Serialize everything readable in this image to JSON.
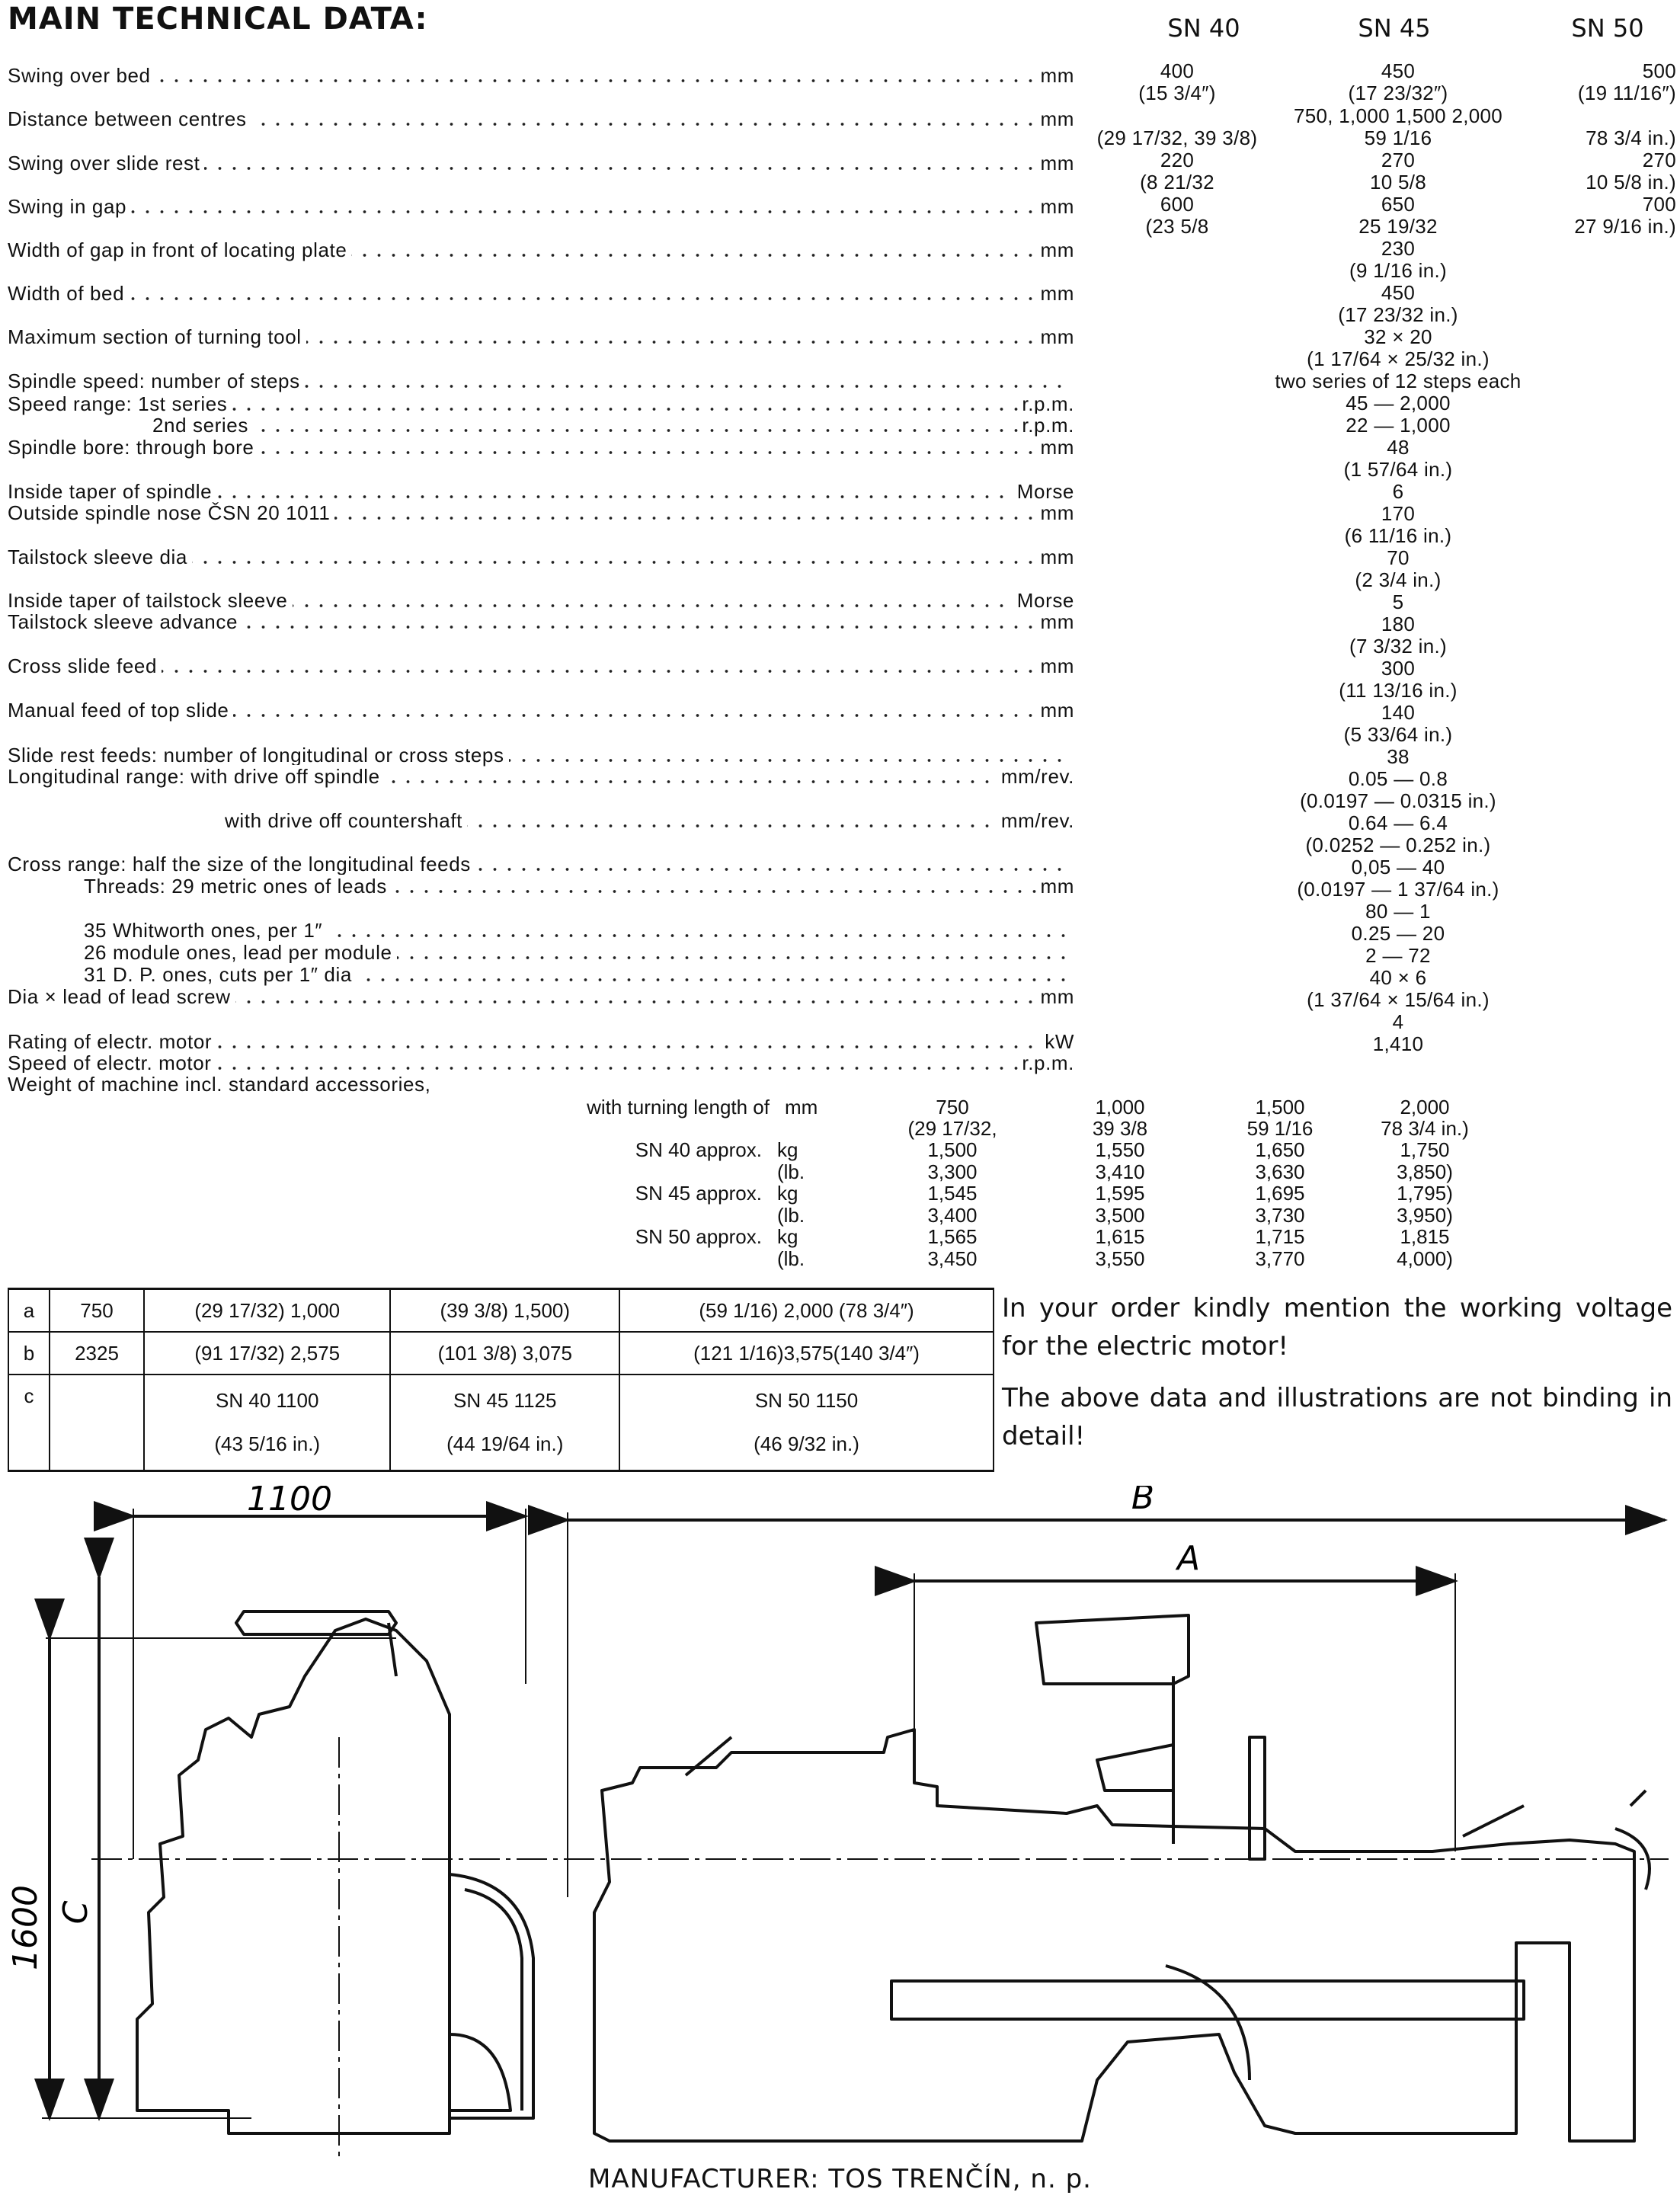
{
  "title": "MAIN TECHNICAL DATA:",
  "models": [
    "SN 40",
    "SN 45",
    "SN 50"
  ],
  "specs": [
    {
      "label": "Swing over bed",
      "unit": "mm"
    },
    {
      "label": "Distance between centres",
      "unit": "mm"
    },
    {
      "label": "Swing over slide rest",
      "unit": "mm"
    },
    {
      "label": "Swing in gap",
      "unit": "mm"
    },
    {
      "label": "Width of gap in front of locating plate",
      "unit": "mm"
    },
    {
      "label": "Width of bed",
      "unit": "mm"
    },
    {
      "label": "Maximum section of turning tool",
      "unit": "mm"
    },
    {
      "label": "Spindle speed: number of steps",
      "unit": ""
    },
    {
      "label": "Speed range: 1st series",
      "unit": "r.p.m."
    },
    {
      "label": "2nd series",
      "unit": "r.p.m."
    },
    {
      "label": "Spindle bore: through bore",
      "unit": "mm"
    },
    {
      "label": "Inside taper of spindle",
      "unit": "Morse"
    },
    {
      "label": "Outside spindle nose ČSN 20 1011",
      "unit": "mm"
    },
    {
      "label": "Tailstock sleeve dia",
      "unit": "mm"
    },
    {
      "label": "Inside taper of tailstock sleeve",
      "unit": "Morse"
    },
    {
      "label": "Tailstock sleeve advance",
      "unit": "mm"
    },
    {
      "label": "Cross slide feed",
      "unit": "mm"
    },
    {
      "label": "Manual feed of top slide",
      "unit": "mm"
    },
    {
      "label": "Slide rest feeds: number of longitudinal or cross steps",
      "unit": ""
    },
    {
      "label": "Longitudinal range: with drive off spindle",
      "unit": "mm/rev."
    },
    {
      "label": "with drive off countershaft",
      "unit": "mm/rev."
    },
    {
      "label": "Cross range: half the size of the longitudinal feeds",
      "unit": ""
    },
    {
      "label": "Threads: 29 metric ones of leads",
      "unit": "mm"
    },
    {
      "label": "35 Whitworth ones, per 1″",
      "unit": ""
    },
    {
      "label": "26 module ones, lead per module",
      "unit": ""
    },
    {
      "label": "31 D. P. ones, cuts per 1″ dia",
      "unit": ""
    },
    {
      "label": "Dia × lead of lead screw",
      "unit": "mm"
    },
    {
      "label": "Rating of electr. motor",
      "unit": "kW"
    },
    {
      "label": "Speed of electr. motor",
      "unit": "r.p.m."
    },
    {
      "label": "Weight of machine incl. standard accessories,",
      "unit": ""
    }
  ],
  "values": [
    {
      "c1": "400",
      "c2": "450",
      "c3": "500"
    },
    {
      "c1": "(15 3/4″)",
      "c2": "(17 23/32″)",
      "c3": "(19 11/16″)"
    },
    {
      "c2": "750, 1,000 1,500 2,000"
    },
    {
      "c1": "(29 17/32, 39 3/8)",
      "c2": "59 1/16",
      "c3": "78 3/4 in.)"
    },
    {
      "c1": "220",
      "c2": "270",
      "c3": "270"
    },
    {
      "c1": "(8 21/32",
      "c2": "10 5/8",
      "c3": "10 5/8 in.)"
    },
    {
      "c1": "600",
      "c2": "650",
      "c3": "700"
    },
    {
      "c1": "(23 5/8",
      "c2": "25 19/32",
      "c3": "27 9/16 in.)"
    },
    {
      "cm": "230"
    },
    {
      "cm": "(9 1/16 in.)"
    },
    {
      "cm": "450"
    },
    {
      "cm": "(17 23/32 in.)"
    },
    {
      "cm": "32 × 20"
    },
    {
      "cm": "(1 17/64 × 25/32 in.)"
    },
    {
      "cm": "two series of 12 steps each"
    },
    {
      "cm": "45 — 2,000"
    },
    {
      "cm": "22 — 1,000"
    },
    {
      "cm": "48"
    },
    {
      "cm": "(1 57/64 in.)"
    },
    {
      "cm": "6"
    },
    {
      "cm": "170"
    },
    {
      "cm": "(6 11/16 in.)"
    },
    {
      "cm": "70"
    },
    {
      "cm": "(2 3/4 in.)"
    },
    {
      "cm": "5"
    },
    {
      "cm": "180"
    },
    {
      "cm": "(7 3/32 in.)"
    },
    {
      "cm": "300"
    },
    {
      "cm": "(11 13/16 in.)"
    },
    {
      "cm": "140"
    },
    {
      "cm": "(5 33/64 in.)"
    },
    {
      "cm": "38"
    },
    {
      "cm": "0.05 — 0.8"
    },
    {
      "cm": "(0.0197 — 0.0315 in.)"
    },
    {
      "cm": "0.64 — 6.4"
    },
    {
      "cm": "(0.0252 — 0.252 in.)"
    },
    {
      "cm": "0,05 — 40"
    },
    {
      "cm": "(0.0197 — 1 37/64 in.)"
    },
    {
      "cm": "80 — 1"
    },
    {
      "cm": "0.25 — 20"
    },
    {
      "cm": "2 — 72"
    },
    {
      "cm": "40 × 6"
    },
    {
      "cm": "(1 37/64 × 15/64 in.)"
    },
    {
      "cm": "4"
    },
    {
      "cm": "1,410"
    }
  ],
  "weights": {
    "turning_label": "with turning length of",
    "turning_unit": "mm",
    "lengths": [
      "750",
      "1,000",
      "1,500",
      "2,000"
    ],
    "lengths_in": [
      "(29 17/32,",
      "39 3/8",
      "59 1/16",
      "78 3/4 in.)"
    ],
    "rows": [
      {
        "model": "SN 40 approx.",
        "unit": "kg",
        "vals": [
          "1,500",
          "1,550",
          "1,650",
          "1,750"
        ]
      },
      {
        "model": "",
        "unit": "(lb.",
        "vals": [
          "3,300",
          "3,410",
          "3,630",
          "3,850)"
        ]
      },
      {
        "model": "SN 45 approx.",
        "unit": "kg",
        "vals": [
          "1,545",
          "1,595",
          "1,695",
          "1,795)"
        ]
      },
      {
        "model": "",
        "unit": "(lb.",
        "vals": [
          "3,400",
          "3,500",
          "3,730",
          "3,950)"
        ]
      },
      {
        "model": "SN 50 approx.",
        "unit": "kg",
        "vals": [
          "1,565",
          "1,615",
          "1,715",
          "1,815"
        ]
      },
      {
        "model": "",
        "unit": "(lb.",
        "vals": [
          "3,450",
          "3,550",
          "3,770",
          "4,000)"
        ]
      }
    ]
  },
  "dim_table": [
    [
      "a",
      "750",
      "(29 17/32)    1,000",
      "(39 3/8)  1,500)",
      "(59 1/16) 2,000 (78 3/4″)"
    ],
    [
      "b",
      "2325",
      "(91 17/32)    2,575",
      "(101 3/8)  3,075",
      "(121 1/16)3,575(140 3/4″)"
    ],
    [
      "c",
      "",
      "SN 40 1100",
      "SN 45 1125",
      "SN 50 1150"
    ],
    [
      "",
      "",
      "(43 5/16 in.)",
      "(44 19/64 in.)",
      "(46 9/32 in.)"
    ]
  ],
  "notes": [
    "In your order kindly mention the working voltage for the electric motor!",
    "The above data and illustrations are not binding in detail!"
  ],
  "drawing": {
    "dim_1100": "1100",
    "dim_1600": "1600",
    "label_a": "A",
    "label_b": "B",
    "label_c": "C"
  },
  "footer": "MANUFACTURER: TOS TRENČÍN, n. p."
}
